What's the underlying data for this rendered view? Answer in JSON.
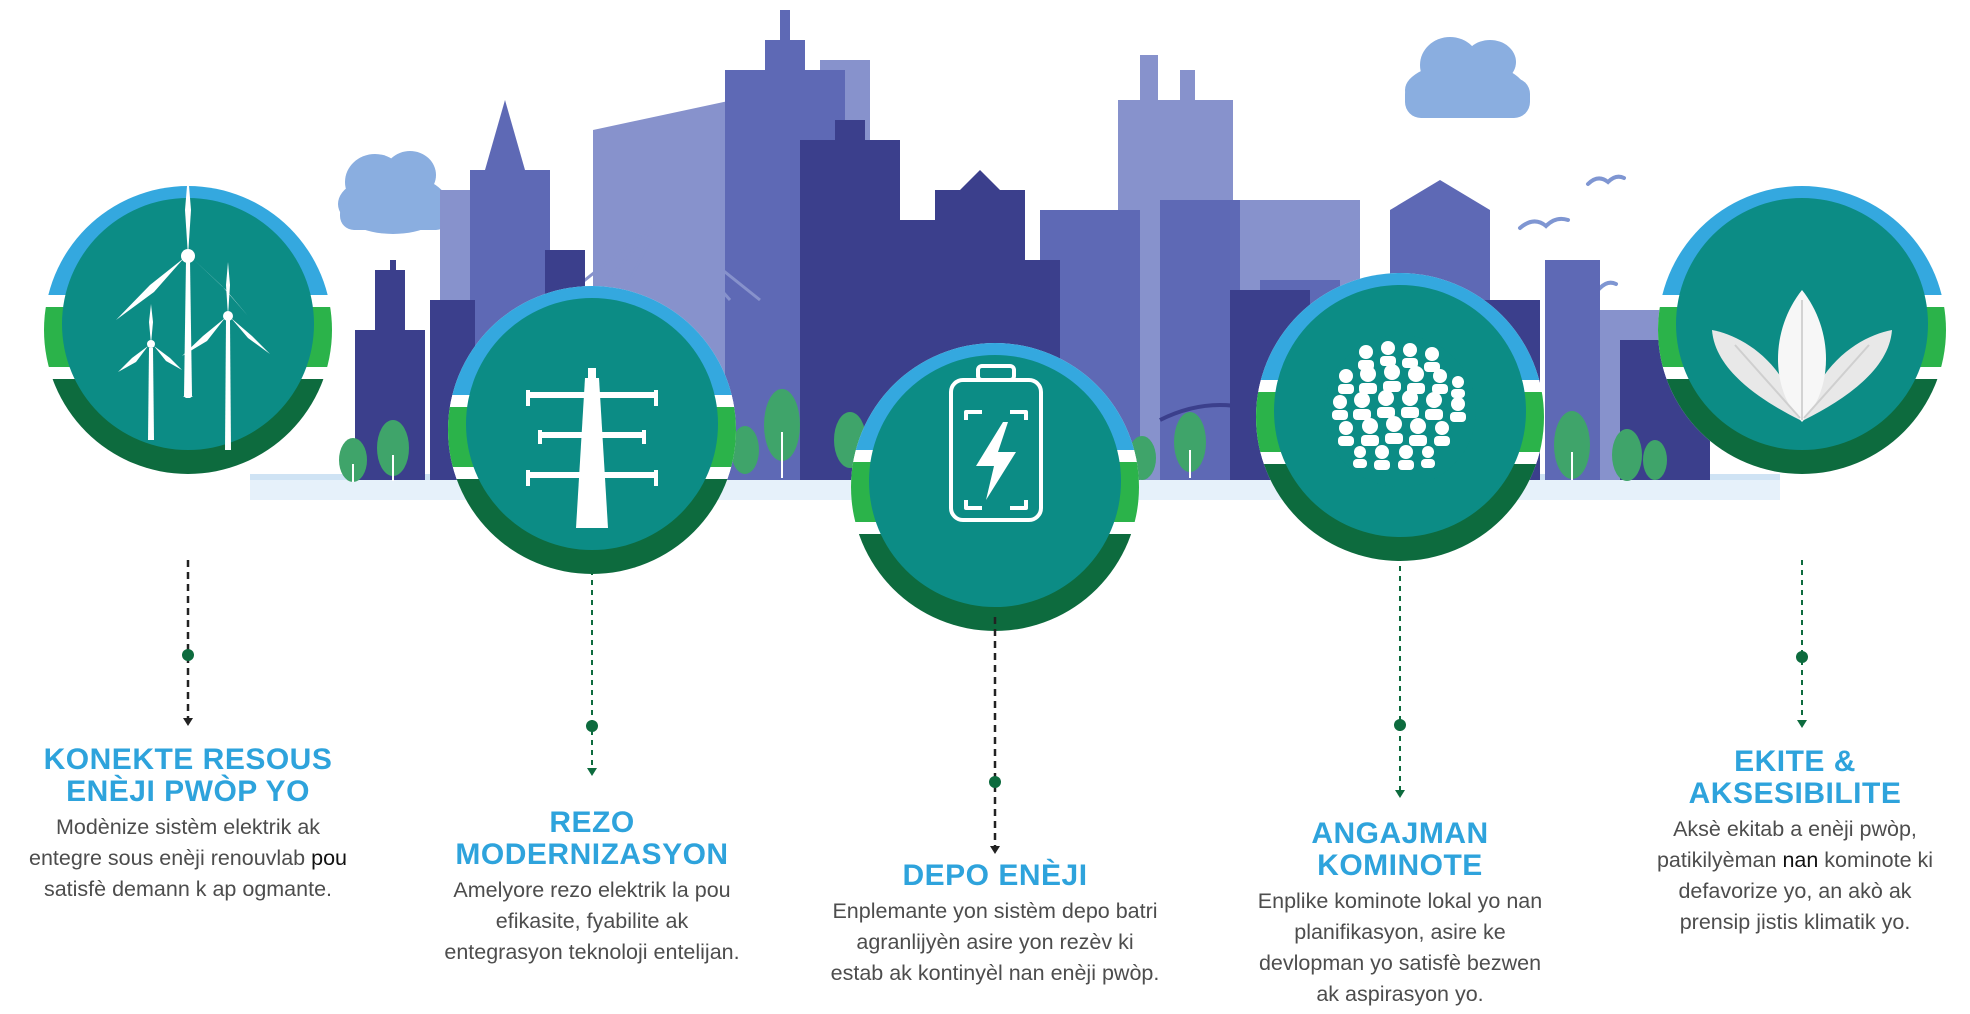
{
  "colors": {
    "teal": "#0c8c85",
    "ring_blue": "#34a8df",
    "ring_green": "#2bb34a",
    "ring_dark_green": "#0d6b3e",
    "heading_blue": "#2ea3dc",
    "body_text": "#4d4d4d",
    "city_dark": "#3b3f8c",
    "city_mid": "#5e69b5",
    "city_light": "#8792cc",
    "cloud": "#8aaee0",
    "tree": "#3fa46a"
  },
  "pillars": [
    {
      "icon": "wind-turbines-icon",
      "title_line1": "KONEKTE RESOUS",
      "title_line2": "ENÈJI PWÒP YO",
      "desc_line1": "Modènize sistèm elektrik ak",
      "desc_line2a": "entegre sous enèji renouvlab ",
      "desc_line2b": "pou",
      "desc_line3": "satisfè demann k ap ogmante."
    },
    {
      "icon": "transmission-tower-icon",
      "title_line1": "REZO",
      "title_line2": "MODERNIZASYON",
      "desc_line1": "Amelyore rezo elektrik la pou",
      "desc_line2": "efikasite, fyabilite ak",
      "desc_line3": "entegrasyon teknoloji entelijan."
    },
    {
      "icon": "battery-charging-icon",
      "title_line1": "DEPO ENÈJI",
      "desc_line1": "Enplemante yon sistèm depo batri",
      "desc_line2": "agranlijyèn asire yon rezèv ki",
      "desc_line3": "estab ak kontinyèl nan enèji pwòp."
    },
    {
      "icon": "community-people-icon",
      "title_line1": "ANGAJMAN",
      "title_line2": "KOMINOTE",
      "desc_line1": "Enplike kominote lokal yo nan",
      "desc_line2": "planifikasyon, asire ke",
      "desc_line3": "devlopman yo satisfè bezwen",
      "desc_line4": "ak aspirasyon yo."
    },
    {
      "icon": "leaves-icon",
      "title_line1": "EKITE &",
      "title_line2": "AKSESIBILITE",
      "desc_line1": "Aksè ekitab a enèji pwòp,",
      "desc_line2a": "patikilyèman ",
      "desc_line2b": "nan",
      "desc_line2c": " kominote ki",
      "desc_line3": "defavorize yo, an akò ak",
      "desc_line4": "prensip jistis klimatik yo."
    }
  ]
}
